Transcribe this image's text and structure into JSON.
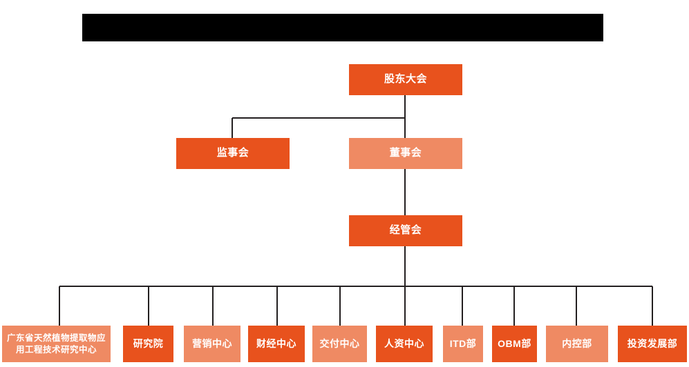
{
  "header": {
    "redaction_label": "",
    "redaction_color": "#000000"
  },
  "colors": {
    "dark_orange": "#E8521D",
    "light_orange": "#EF8A63",
    "line": "#231f20",
    "background": "#FFFFFF",
    "text": "#FFFFFF"
  },
  "chart_data": {
    "type": "diagram",
    "diagram_type": "org-chart",
    "title": "",
    "levels": [
      {
        "level": 1,
        "nodes": [
          {
            "id": "shareholders",
            "label": "股东大会",
            "fill": "dark"
          }
        ]
      },
      {
        "level": 2,
        "nodes": [
          {
            "id": "supervisors",
            "label": "监事会",
            "fill": "dark"
          },
          {
            "id": "board",
            "label": "董事会",
            "fill": "light"
          }
        ]
      },
      {
        "level": 3,
        "nodes": [
          {
            "id": "management",
            "label": "经管会",
            "fill": "dark"
          }
        ]
      },
      {
        "level": 4,
        "nodes": [
          {
            "id": "eng-center",
            "label": "广东省天然植物提取物应\n用工程技术研究中心",
            "fill": "light"
          },
          {
            "id": "research-institute",
            "label": "研究院",
            "fill": "dark"
          },
          {
            "id": "marketing-center",
            "label": "营销中心",
            "fill": "light"
          },
          {
            "id": "finance-center",
            "label": "财经中心",
            "fill": "dark"
          },
          {
            "id": "delivery-center",
            "label": "交付中心",
            "fill": "light"
          },
          {
            "id": "hr-center",
            "label": "人资中心",
            "fill": "dark"
          },
          {
            "id": "itd-dept",
            "label": "ITD部",
            "fill": "light"
          },
          {
            "id": "obm-dept",
            "label": "OBM部",
            "fill": "dark"
          },
          {
            "id": "internal-control-dept",
            "label": "内控部",
            "fill": "light"
          },
          {
            "id": "investment-dev-dept",
            "label": "投资发展部",
            "fill": "dark"
          }
        ]
      }
    ],
    "edges": [
      {
        "from": "shareholders",
        "to": "supervisors"
      },
      {
        "from": "shareholders",
        "to": "board"
      },
      {
        "from": "board",
        "to": "management"
      },
      {
        "from": "management",
        "to": "eng-center"
      },
      {
        "from": "management",
        "to": "research-institute"
      },
      {
        "from": "management",
        "to": "marketing-center"
      },
      {
        "from": "management",
        "to": "finance-center"
      },
      {
        "from": "management",
        "to": "delivery-center"
      },
      {
        "from": "management",
        "to": "hr-center"
      },
      {
        "from": "management",
        "to": "itd-dept"
      },
      {
        "from": "management",
        "to": "obm-dept"
      },
      {
        "from": "management",
        "to": "internal-control-dept"
      },
      {
        "from": "management",
        "to": "investment-dev-dept"
      }
    ]
  }
}
